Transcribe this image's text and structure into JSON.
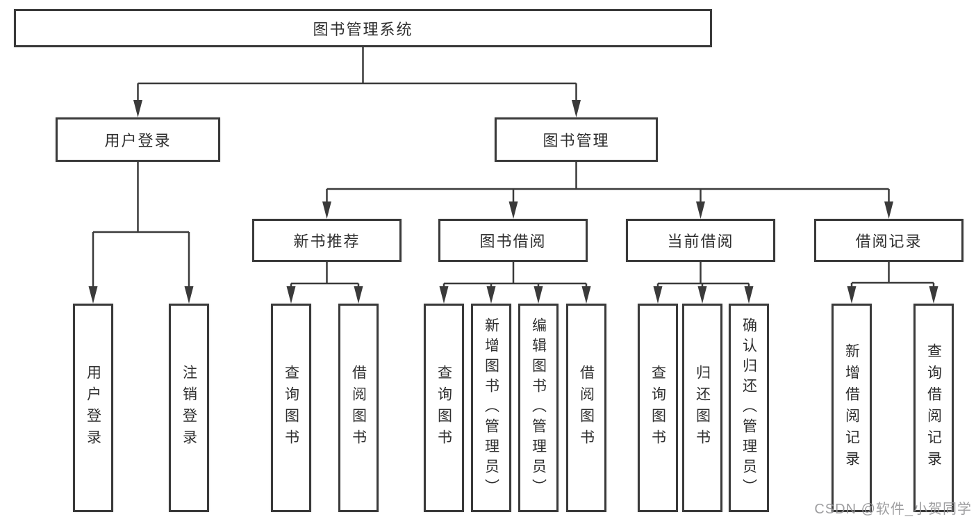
{
  "diagram": {
    "root": {
      "label": "图书管理系统"
    },
    "level2": [
      {
        "label": "用户登录",
        "children": [
          "用户登录",
          "注销登录"
        ]
      },
      {
        "label": "图书管理",
        "children": [
          {
            "label": "新书推荐",
            "children": [
              "查询图书",
              "借阅图书"
            ]
          },
          {
            "label": "图书借阅",
            "children": [
              "查询图书",
              "新增图书（管理员）",
              "编辑图书（管理员）",
              "借阅图书"
            ]
          },
          {
            "label": "当前借阅",
            "children": [
              "查询图书",
              "归还图书",
              "确认归还（管理员）"
            ]
          },
          {
            "label": "借阅记录",
            "children": [
              "新增借阅记录",
              "查询借阅记录"
            ]
          }
        ]
      }
    ]
  },
  "watermark": {
    "text": "CSDN @软件_小贺同学"
  },
  "colors": {
    "line": "#3a3a3a",
    "box_background": "#ffffff",
    "text": "#2f2f2f",
    "watermark": "#949496",
    "page_background": "#ffffff"
  }
}
